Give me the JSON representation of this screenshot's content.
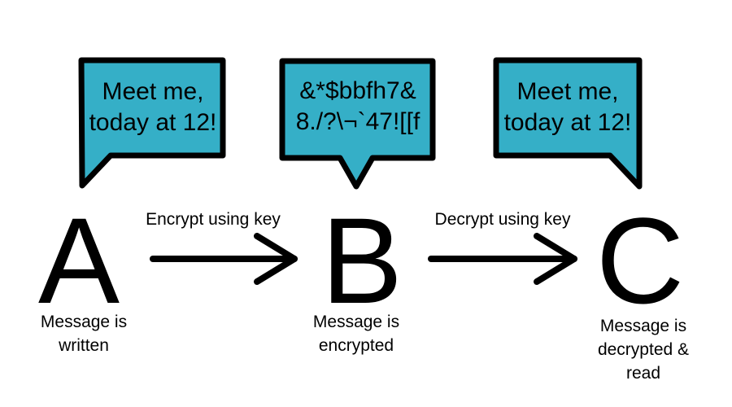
{
  "colors": {
    "bubble_fill": "#35AFC7",
    "outline": "#000000"
  },
  "stages": [
    {
      "letter": "A",
      "bubble_line1": "Meet me,",
      "bubble_line2": "today at 12!",
      "caption_lines": [
        "Message is",
        "written"
      ]
    },
    {
      "letter": "B",
      "bubble_line1": "&*$bbfh7&",
      "bubble_line2": "8./?\\¬`47![[f",
      "caption_lines": [
        "Message is",
        "encrypted"
      ]
    },
    {
      "letter": "C",
      "bubble_line1": "Meet me,",
      "bubble_line2": "today at 12!",
      "caption_lines": [
        "Message is",
        "decrypted &",
        "read"
      ]
    }
  ],
  "arrows": [
    {
      "label": "Encrypt using key"
    },
    {
      "label": "Decrypt using key"
    }
  ]
}
